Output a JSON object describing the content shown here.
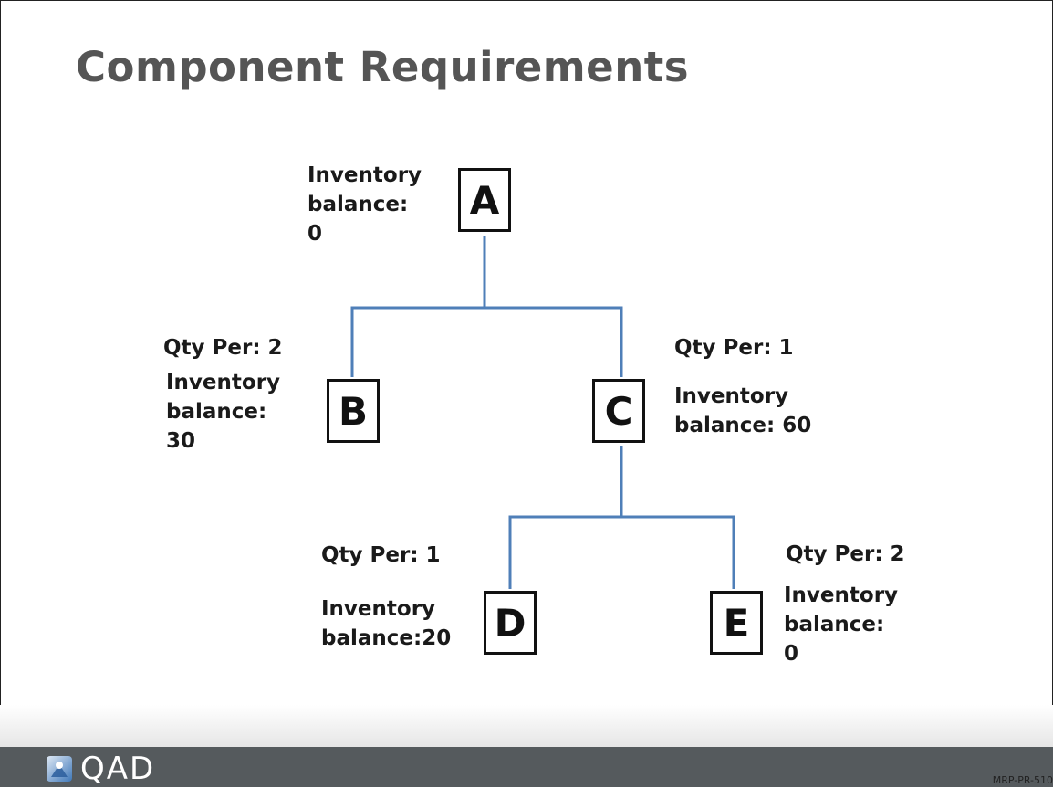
{
  "slide": {
    "title": "Component Requirements",
    "footer": {
      "logo_text": "QAD",
      "slide_id": "MRP-PR-510"
    }
  },
  "tree": {
    "line_color": "#4f7fb8",
    "nodes": {
      "A": {
        "letter": "A",
        "qty_per": "",
        "inventory_line1": "Inventory",
        "inventory_line2": "balance:",
        "inventory_line3": "0"
      },
      "B": {
        "letter": "B",
        "qty_per": "Qty Per: 2",
        "inventory_line1": "Inventory",
        "inventory_line2": "balance:",
        "inventory_line3": "30"
      },
      "C": {
        "letter": "C",
        "qty_per": "Qty Per: 1",
        "inventory_line1": "Inventory",
        "inventory_line2": "balance: 60"
      },
      "D": {
        "letter": "D",
        "qty_per": "Qty Per: 1",
        "inventory_line1": "Inventory",
        "inventory_line2": "balance:20"
      },
      "E": {
        "letter": "E",
        "qty_per": "Qty Per: 2",
        "inventory_line1": "Inventory",
        "inventory_line2": "balance:",
        "inventory_line3": "0"
      }
    },
    "edges": [
      [
        "A",
        "B"
      ],
      [
        "A",
        "C"
      ],
      [
        "C",
        "D"
      ],
      [
        "C",
        "E"
      ]
    ]
  },
  "icons": {
    "logo": "qad-logo-icon"
  }
}
